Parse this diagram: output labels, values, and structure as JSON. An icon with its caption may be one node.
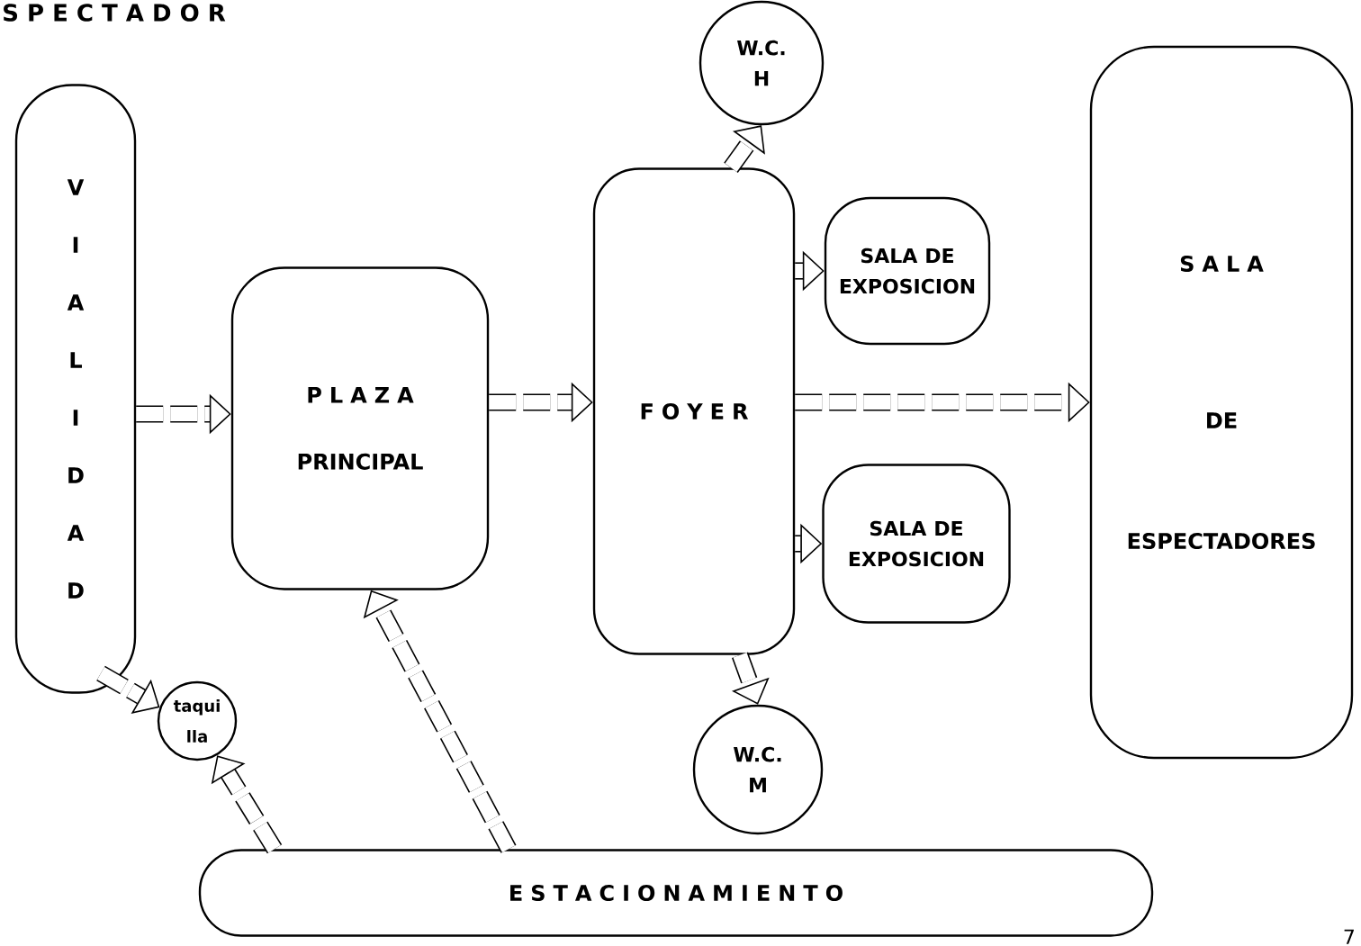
{
  "diagram": {
    "title": "S P E C T A D O R",
    "nodes": [
      {
        "text": [
          "V I A L I D A D"
        ]
      },
      {
        "text": [
          "P L A Z A",
          "PRINCIPAL"
        ]
      },
      {
        "text": [
          "F O Y E R"
        ]
      },
      {
        "text": [
          "W.C. H"
        ]
      },
      {
        "text": [
          "SALA DE EXPOSICION"
        ]
      },
      {
        "text": [
          "SALA DE EXPOSICION"
        ]
      },
      {
        "text": [
          "W.C. M"
        ]
      },
      {
        "text": [
          "S A L A",
          "DE",
          "ESPECTADORES"
        ]
      },
      {
        "text": [
          "taqui lla"
        ]
      },
      {
        "text": [
          "E S T A C I O N A M I E N T O"
        ]
      }
    ],
    "edges": [
      {
        "from": 0,
        "to": 1,
        "arrow": "to"
      },
      {
        "from": 1,
        "to": 2,
        "arrow": "to"
      },
      {
        "from": 2,
        "to": 7,
        "arrow": "to"
      },
      {
        "from": 2,
        "to": 3,
        "arrow": "to"
      },
      {
        "from": 2,
        "to": 4,
        "arrow": "to"
      },
      {
        "from": 2,
        "to": 5,
        "arrow": "to"
      },
      {
        "from": 2,
        "to": 6,
        "arrow": "to"
      },
      {
        "from": 0,
        "to": 8,
        "arrow": "to"
      },
      {
        "from": 9,
        "to": 8,
        "arrow": "to"
      },
      {
        "from": 9,
        "to": 1,
        "arrow": "to"
      }
    ],
    "labels": [
      "7"
    ]
  }
}
